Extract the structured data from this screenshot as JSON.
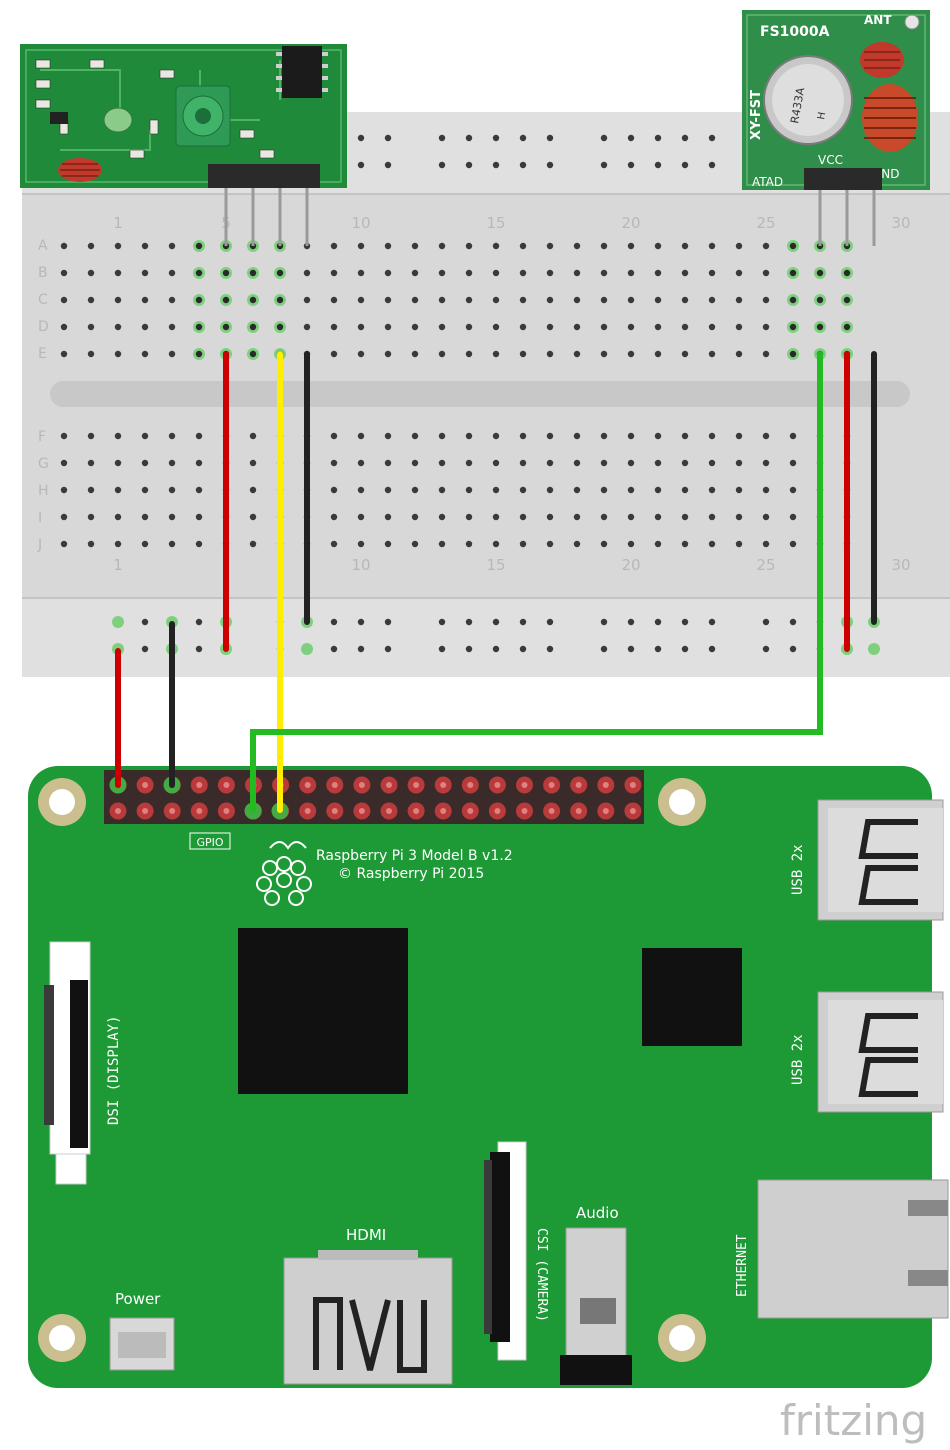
{
  "breadboard": {
    "row_labels": [
      "A",
      "B",
      "C",
      "D",
      "E",
      "F",
      "G",
      "H",
      "I",
      "J"
    ],
    "column_numbers": [
      "1",
      "5",
      "10",
      "15",
      "20",
      "25",
      "30"
    ]
  },
  "receiver_module": {
    "chip_label": ""
  },
  "transmitter_module": {
    "model": "FS1000A",
    "antenna_label": "ANT",
    "board_label": "XY-FST",
    "crystal_label": "R433A",
    "crystal_letter": "H",
    "vcc_label": "VCC",
    "data_label": "ATAD",
    "gnd_label": "GND"
  },
  "raspberry_pi": {
    "gpio_label": "GPIO",
    "model_line": "Raspberry Pi 3 Model B v1.2",
    "copyright_line": "© Raspberry Pi 2015",
    "usb_label_1": "USB 2x",
    "usb_label_2": "USB 2x",
    "dsi_label": "DSI (DISPLAY)",
    "csi_label": "CSI (CAMERA)",
    "hdmi_label": "HDMI",
    "audio_label": "Audio",
    "power_label": "Power",
    "ethernet_label": "ETHERNET"
  },
  "wire_colors": {
    "red": "#cc0000",
    "yellow": "#ffee00",
    "black": "#222222",
    "green": "#22bb22"
  },
  "watermark": "fritzing"
}
